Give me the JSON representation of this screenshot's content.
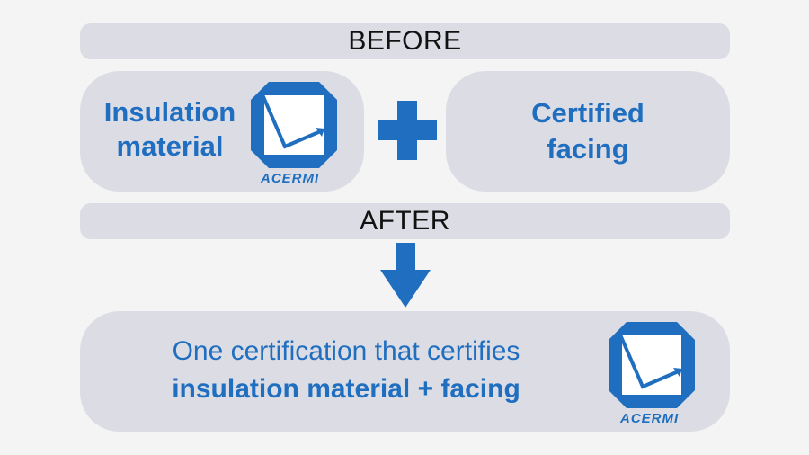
{
  "before_label": "BEFORE",
  "after_label": "AFTER",
  "left_box": {
    "line1": "Insulation",
    "line2": "material"
  },
  "right_box": {
    "line1": "Certified",
    "line2": "facing"
  },
  "bottom_box": {
    "line1": "One certification that certifies",
    "line2": "insulation material + facing"
  },
  "logo_text": "ACERMI",
  "colors": {
    "accent": "#1f6ec0",
    "panel": "#dcdde4",
    "background": "#f4f4f4"
  },
  "icons": {
    "logo": "acermi-logo-icon",
    "plus": "plus-icon",
    "arrow": "arrow-down-icon"
  }
}
